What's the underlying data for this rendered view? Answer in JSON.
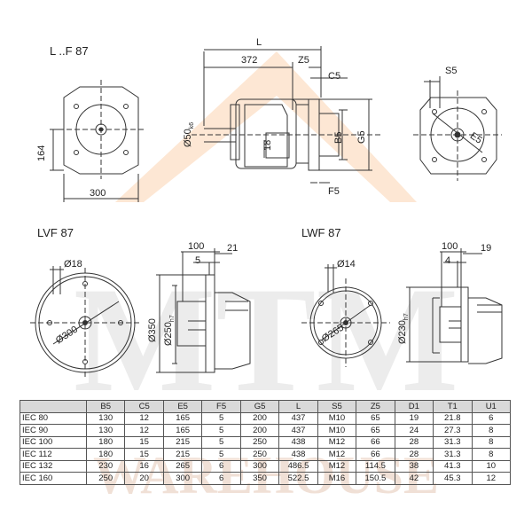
{
  "views": {
    "lf87": {
      "title": "L ..F 87",
      "dim_height": "164",
      "dim_width": "300",
      "dim_L": "L",
      "dim_372": "372",
      "dim_Z5": "Z5",
      "dim_C5": "C5",
      "dim_B5": "B5",
      "dim_G5": "G5",
      "dim_F5": "F5",
      "dim_shaft": "Ø50",
      "dim_shaft_tol": "k6",
      "dim_18": "18",
      "dim_S5": "S5",
      "dim_E5": "E5"
    },
    "lvf87": {
      "title": "LVF 87",
      "dim_hole": "Ø18",
      "dim_pcd": "Ø300",
      "dim_100": "100",
      "dim_21": "21",
      "dim_5": "5",
      "dim_350": "Ø350",
      "dim_250": "Ø250",
      "dim_250_tol": "h7"
    },
    "lwf87": {
      "title": "LWF 87",
      "dim_hole": "Ø14",
      "dim_pcd": "Ø265",
      "dim_100": "100",
      "dim_19": "19",
      "dim_4": "4",
      "dim_230": "Ø230",
      "dim_230_tol": "h7"
    }
  },
  "watermark": {
    "line1": "MTM",
    "line2": "WAREHOUSE",
    "colors": {
      "triangle": "#fde7d4",
      "letters": "#ececec"
    }
  },
  "table": {
    "headers": [
      "",
      "B5",
      "C5",
      "E5",
      "F5",
      "G5",
      "L",
      "S5",
      "Z5",
      "D1",
      "T1",
      "U1"
    ],
    "rows": [
      [
        "IEC 80",
        "130",
        "12",
        "165",
        "5",
        "200",
        "437",
        "M10",
        "65",
        "19",
        "21.8",
        "6"
      ],
      [
        "IEC 90",
        "130",
        "12",
        "165",
        "5",
        "200",
        "437",
        "M10",
        "65",
        "24",
        "27.3",
        "8"
      ],
      [
        "IEC 100",
        "180",
        "15",
        "215",
        "5",
        "250",
        "438",
        "M12",
        "66",
        "28",
        "31.3",
        "8"
      ],
      [
        "IEC 112",
        "180",
        "15",
        "215",
        "5",
        "250",
        "438",
        "M12",
        "66",
        "28",
        "31.3",
        "8"
      ],
      [
        "IEC 132",
        "230",
        "16",
        "265",
        "6",
        "300",
        "486.5",
        "M12",
        "114.5",
        "38",
        "41.3",
        "10"
      ],
      [
        "IEC 160",
        "250",
        "20",
        "300",
        "6",
        "350",
        "522.5",
        "M16",
        "150.5",
        "42",
        "45.3",
        "12"
      ]
    ]
  }
}
